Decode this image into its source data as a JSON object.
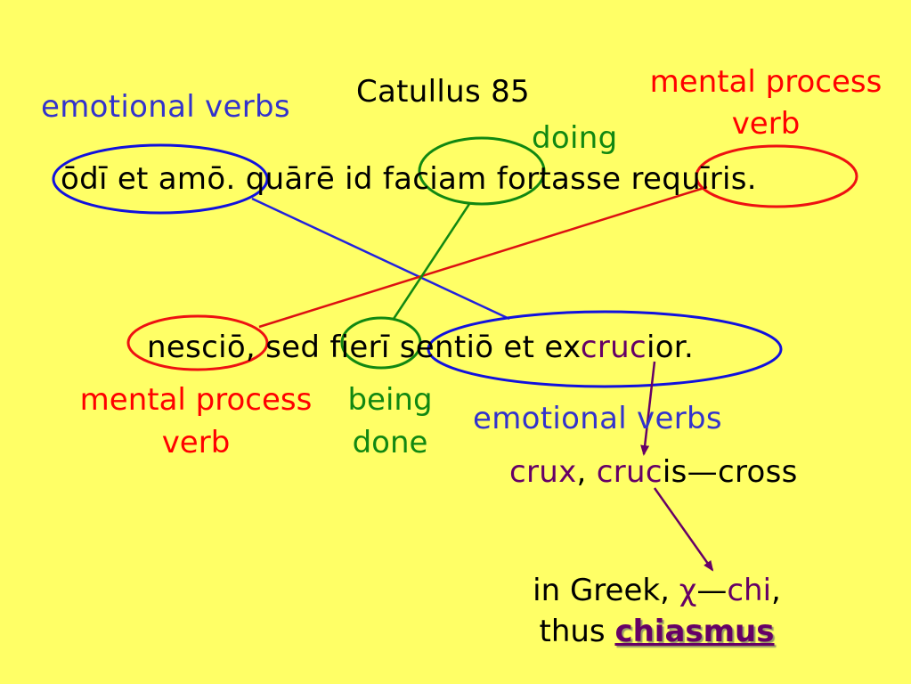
{
  "title": "Catullus 85",
  "line1": {
    "odi": "ōdī",
    "et_amo": "et amō.",
    "quare_id": "quārē id",
    "faciam": "faciam",
    "fortasse": "fortasse",
    "requiris": "requīris."
  },
  "line2": {
    "nescio": "nesciō,",
    "sed": "sed",
    "fieri": "fierī",
    "sentio": "sentiō",
    "et_ex": "et ex",
    "cruc": "cruc",
    "ior": "ior."
  },
  "labels": {
    "emotional_verbs_top": "emotional verbs",
    "mental_process_top_1": "mental process",
    "mental_process_top_2": "verb",
    "doing": "doing",
    "mental_process_bottom_1": "mental process",
    "mental_process_bottom_2": "verb",
    "being_done_1": "being",
    "being_done_2": "done",
    "emotional_verbs_bottom": "emotional verbs"
  },
  "crux_line": {
    "crux": "crux",
    "comma": ", ",
    "cruc": "cruc",
    "is_cross": "is—cross"
  },
  "greek_line": {
    "prefix": "in Greek, ",
    "chi_symbol": "χ",
    "dash": "—",
    "chi": "chi",
    "suffix": ",",
    "thus": "thus ",
    "chiasmus": "chiasmus"
  },
  "colors": {
    "background": "#ffff66",
    "emotional": "#3333cc",
    "mental": "#ff0000",
    "doing": "#118811",
    "etymology": "#660066"
  }
}
